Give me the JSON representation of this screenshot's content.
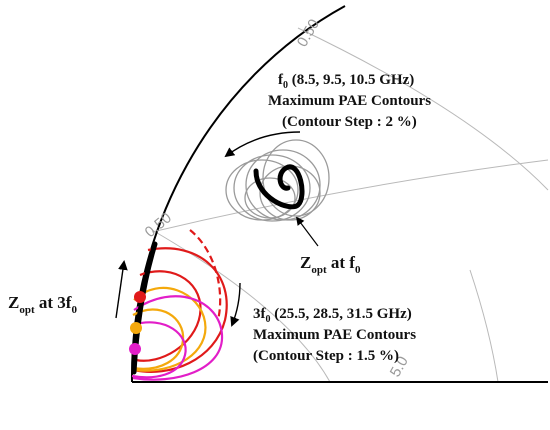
{
  "labels": {
    "f0_title": "f",
    "f0_sub": "0",
    "f0_freqs": " (8.5, 9.5, 10.5 GHz)",
    "f0_line2": "Maximum PAE Contours",
    "f0_line3": "(Contour Step : 2 %)",
    "zopt_f0_z": "Z",
    "zopt_f0_sub": "opt",
    "zopt_f0_at": " at f",
    "zopt_f0_sub2": "0",
    "zopt_3f0_z": "Z",
    "zopt_3f0_sub": "opt",
    "zopt_3f0_at": " at 3f",
    "zopt_3f0_sub2": "0",
    "h3_title": "3f",
    "h3_sub": "0",
    "h3_freqs": " (25.5, 28.5, 31.5 GHz)",
    "h3_line2": "Maximum PAE Contours",
    "h3_line3": "(Contour Step : 1.5 %)"
  },
  "tick_labels": {
    "upper": "0.50",
    "lower": "0.50",
    "bottom": "5.0"
  },
  "colors": {
    "f0_contours": "#9a9a9a",
    "f0_locus": "#000000",
    "h3_red": "#e01a1a",
    "h3_orange": "#f4a90c",
    "h3_magenta": "#e21ec8",
    "outer_circle": "#000000",
    "grid": "#b9b9b9"
  },
  "markers": [
    {
      "name": "marker-red",
      "color": "#e01a1a"
    },
    {
      "name": "marker-orange",
      "color": "#f4a90c"
    },
    {
      "name": "marker-magenta",
      "color": "#e21ec8"
    }
  ]
}
